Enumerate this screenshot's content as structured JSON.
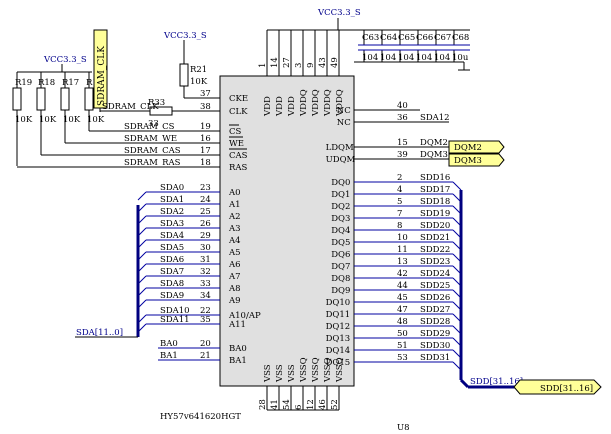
{
  "chip": {
    "designator": "U8",
    "part_number": "HY57v641620HGT",
    "top_pins": [
      {
        "num": "1",
        "name": "VDD"
      },
      {
        "num": "14",
        "name": "VDD"
      },
      {
        "num": "27",
        "name": "VDD"
      },
      {
        "num": "3",
        "name": "VDDQ"
      },
      {
        "num": "9",
        "name": "VDDQ"
      },
      {
        "num": "43",
        "name": "VDDQ"
      },
      {
        "num": "49",
        "name": "VDDQ"
      }
    ],
    "bottom_pins": [
      {
        "num": "28",
        "name": "VSS"
      },
      {
        "num": "41",
        "name": "VSS"
      },
      {
        "num": "54",
        "name": "VSS"
      },
      {
        "num": "6",
        "name": "VSSQ"
      },
      {
        "num": "12",
        "name": "VSSQ"
      },
      {
        "num": "46",
        "name": "VSSQ"
      },
      {
        "num": "52",
        "name": "VSSQ"
      }
    ],
    "left_pins": [
      {
        "num": "37",
        "name": "CKE",
        "net": ""
      },
      {
        "num": "38",
        "name": "CLK",
        "net": "SDRAM_CLK"
      },
      {
        "num": "19",
        "name": "CS",
        "net": "SDRAM_CS"
      },
      {
        "num": "16",
        "name": "WE",
        "net": "SDRAM_WE"
      },
      {
        "num": "17",
        "name": "CAS",
        "net": "SDRAM_CAS"
      },
      {
        "num": "18",
        "name": "RAS",
        "net": "SDRAM_RAS"
      },
      {
        "num": "23",
        "name": "A0",
        "net": "SDA0"
      },
      {
        "num": "24",
        "name": "A1",
        "net": "SDA1"
      },
      {
        "num": "25",
        "name": "A2",
        "net": "SDA2"
      },
      {
        "num": "26",
        "name": "A3",
        "net": "SDA3"
      },
      {
        "num": "29",
        "name": "A4",
        "net": "SDA4"
      },
      {
        "num": "30",
        "name": "A5",
        "net": "SDA5"
      },
      {
        "num": "31",
        "name": "A6",
        "net": "SDA6"
      },
      {
        "num": "32",
        "name": "A7",
        "net": "SDA7"
      },
      {
        "num": "33",
        "name": "A8",
        "net": "SDA8"
      },
      {
        "num": "34",
        "name": "A9",
        "net": "SDA9"
      },
      {
        "num": "22",
        "name": "A10/AP",
        "net": "SDA10"
      },
      {
        "num": "35",
        "name": "A11",
        "net": "SDA11"
      },
      {
        "num": "20",
        "name": "BA0",
        "net": "BA0"
      },
      {
        "num": "21",
        "name": "BA1",
        "net": "BA1"
      }
    ],
    "right_pins": [
      {
        "num": "40",
        "name": "NC",
        "net": ""
      },
      {
        "num": "36",
        "name": "NC",
        "net": "SDA12"
      },
      {
        "num": "15",
        "name": "LDQM",
        "net": "DQM2"
      },
      {
        "num": "39",
        "name": "UDQM",
        "net": "DQM3"
      },
      {
        "num": "2",
        "name": "DQ0",
        "net": "SDD16"
      },
      {
        "num": "4",
        "name": "DQ1",
        "net": "SDD17"
      },
      {
        "num": "5",
        "name": "DQ2",
        "net": "SDD18"
      },
      {
        "num": "7",
        "name": "DQ3",
        "net": "SDD19"
      },
      {
        "num": "8",
        "name": "DQ4",
        "net": "SDD20"
      },
      {
        "num": "10",
        "name": "DQ5",
        "net": "SDD21"
      },
      {
        "num": "11",
        "name": "DQ6",
        "net": "SDD22"
      },
      {
        "num": "13",
        "name": "DQ7",
        "net": "SDD23"
      },
      {
        "num": "42",
        "name": "DQ8",
        "net": "SDD24"
      },
      {
        "num": "44",
        "name": "DQ9",
        "net": "SDD25"
      },
      {
        "num": "45",
        "name": "DQ10",
        "net": "SDD26"
      },
      {
        "num": "47",
        "name": "DQ11",
        "net": "SDD27"
      },
      {
        "num": "48",
        "name": "DQ12",
        "net": "SDD28"
      },
      {
        "num": "50",
        "name": "DQ13",
        "net": "SDD29"
      },
      {
        "num": "51",
        "name": "DQ14",
        "net": "SDD30"
      },
      {
        "num": "53",
        "name": "DQ15",
        "net": "SDD31"
      }
    ]
  },
  "power": {
    "vcc_top": "VCC3.3_S",
    "vcc_left": "VCC3.3_S",
    "vcc_r21": "VCC3.3_S"
  },
  "resistors": [
    {
      "ref": "R19",
      "value": "10K"
    },
    {
      "ref": "R18",
      "value": "10K"
    },
    {
      "ref": "R17",
      "value": "10K"
    },
    {
      "ref": "R16",
      "value": "10K"
    },
    {
      "ref": "R21",
      "value": "10K"
    },
    {
      "ref": "R33",
      "value": "33"
    }
  ],
  "capacitors": [
    {
      "ref": "C63",
      "value": "104"
    },
    {
      "ref": "C64",
      "value": "104"
    },
    {
      "ref": "C65",
      "value": "104"
    },
    {
      "ref": "C66",
      "value": "104"
    },
    {
      "ref": "C67",
      "value": "104"
    },
    {
      "ref": "C68",
      "value": "10u"
    }
  ],
  "nets": {
    "sdram_clk_tag": "SDRAM_CLK",
    "sdram_clk_wire": "SDRAM_CLK",
    "addr_bus": "SDA[11..0]",
    "data_bus": "SDD[31..16]",
    "data_port": "SDD[31..16]",
    "dqm2_port": "DQM2",
    "dqm3_port": "DQM3"
  }
}
